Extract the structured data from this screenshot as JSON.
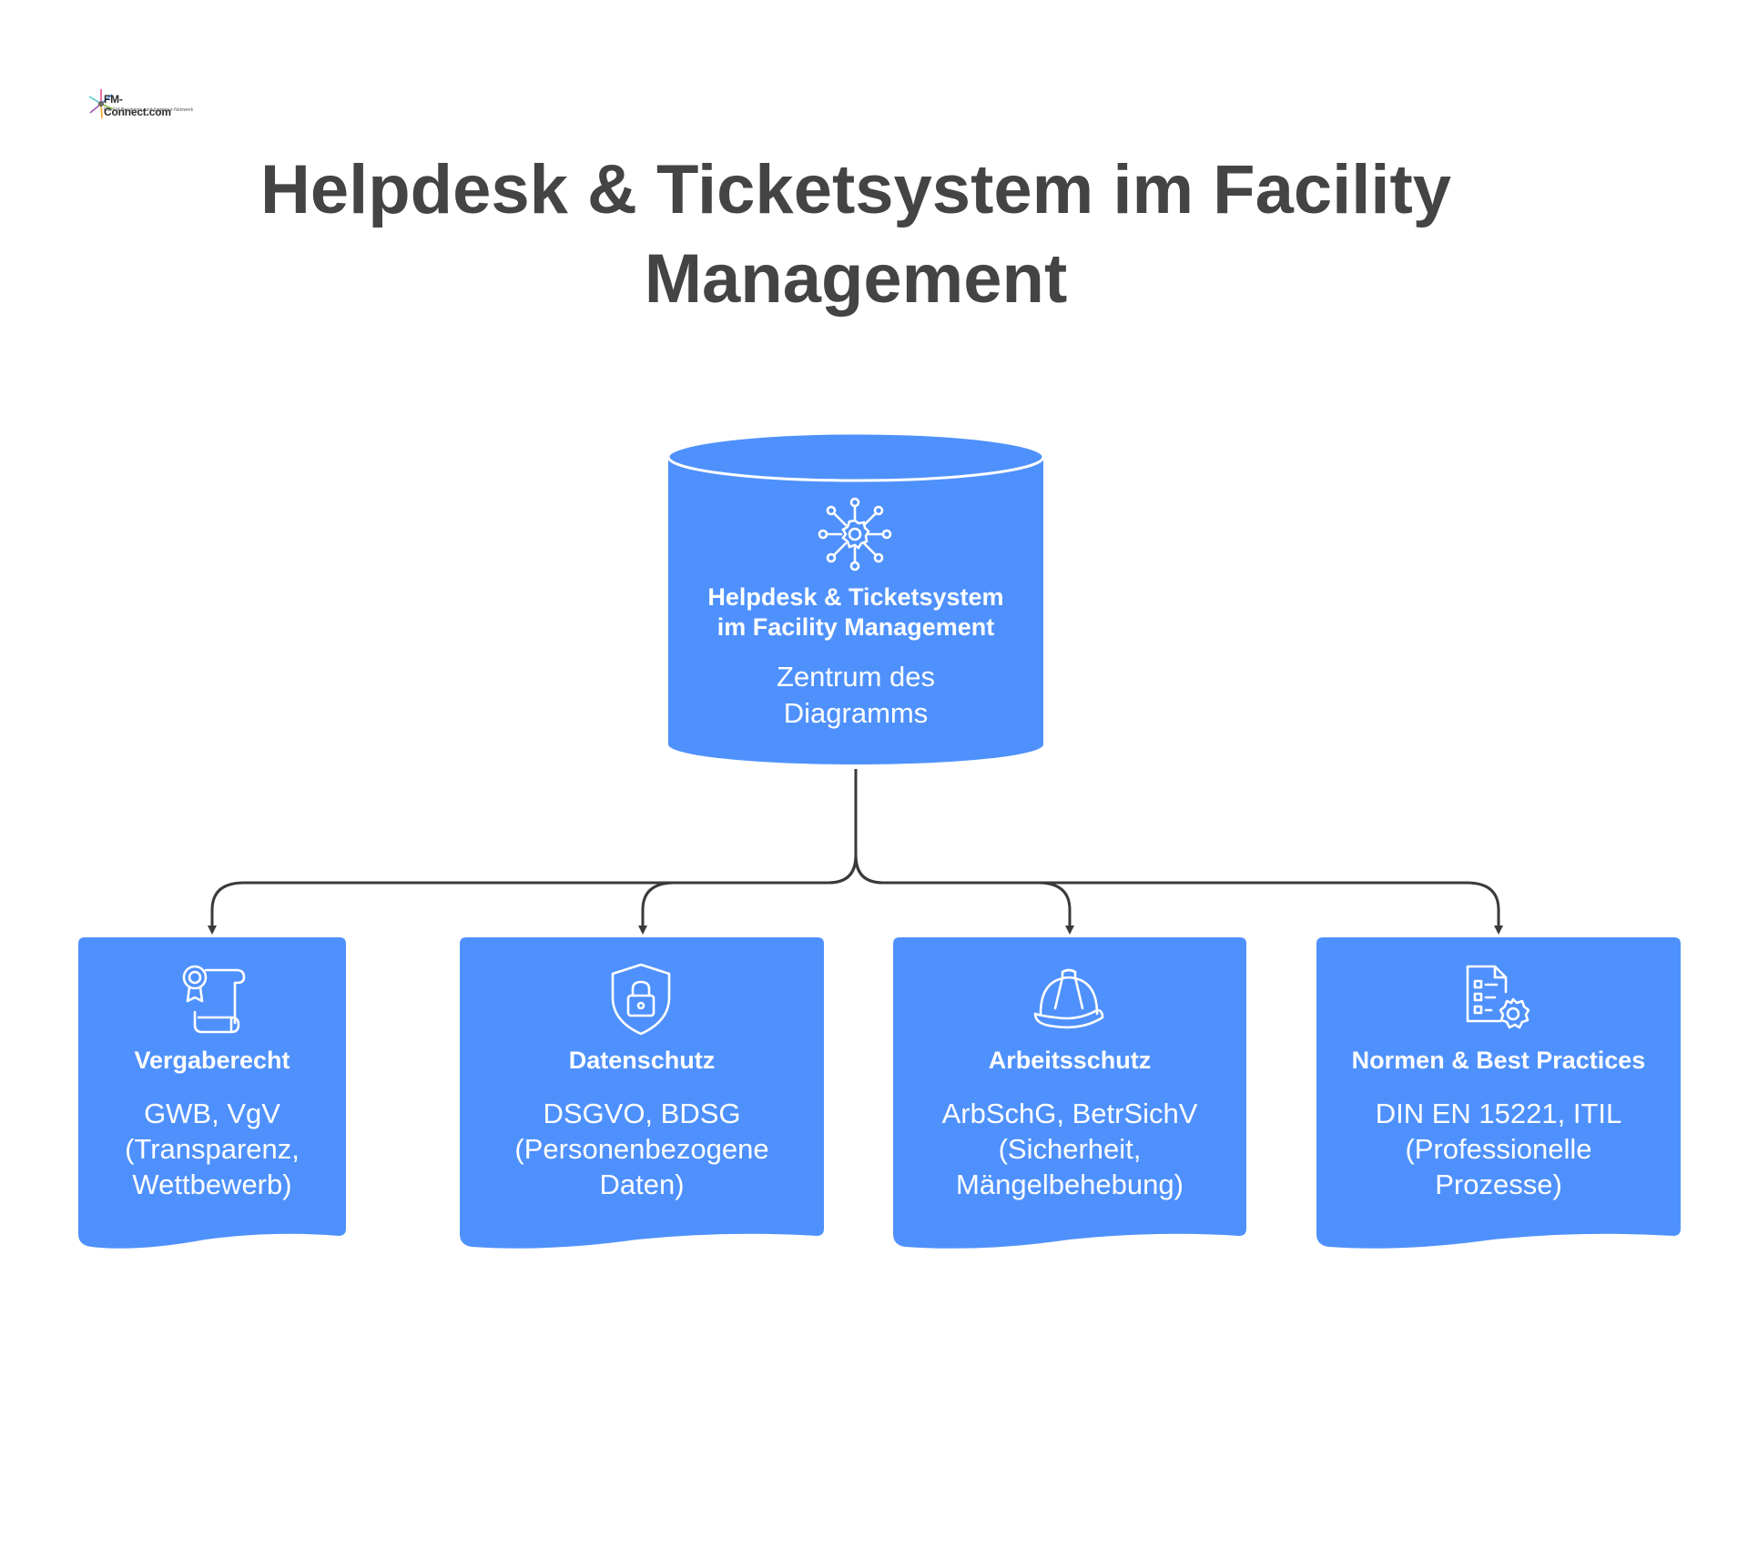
{
  "logo": {
    "brand": "FM-Connect.com",
    "tagline": "Das FM-Beratungs- und Ingenieur-Netzwerk"
  },
  "title": {
    "line1": "Helpdesk & Ticketsystem im Facility",
    "line2": "Management"
  },
  "hub": {
    "icon": "network-gear-icon",
    "title_line1": "Helpdesk & Ticketsystem",
    "title_line2": "im Facility Management",
    "subtitle_line1": "Zentrum des",
    "subtitle_line2": "Diagramms"
  },
  "cards": [
    {
      "icon": "certificate-scroll-icon",
      "title": "Vergaberecht",
      "line1": "GWB, VgV",
      "line2": "(Transparenz,",
      "line3": "Wettbewerb)"
    },
    {
      "icon": "shield-lock-icon",
      "title": "Datenschutz",
      "line1": "DSGVO, BDSG",
      "line2": "(Personenbezogene",
      "line3": "Daten)"
    },
    {
      "icon": "hard-hat-icon",
      "title": "Arbeitsschutz",
      "line1": "ArbSchG, BetrSichV",
      "line2": "(Sicherheit,",
      "line3": "Mängelbehebung)"
    },
    {
      "icon": "document-gear-icon",
      "title": "Normen & Best Practices",
      "line1": "DIN EN 15221, ITIL",
      "line2": "(Professionelle",
      "line3": "Prozesse)"
    }
  ],
  "colors": {
    "node_fill": "#4f91fc",
    "title_text": "#444444",
    "connector": "#3a3a3a"
  }
}
